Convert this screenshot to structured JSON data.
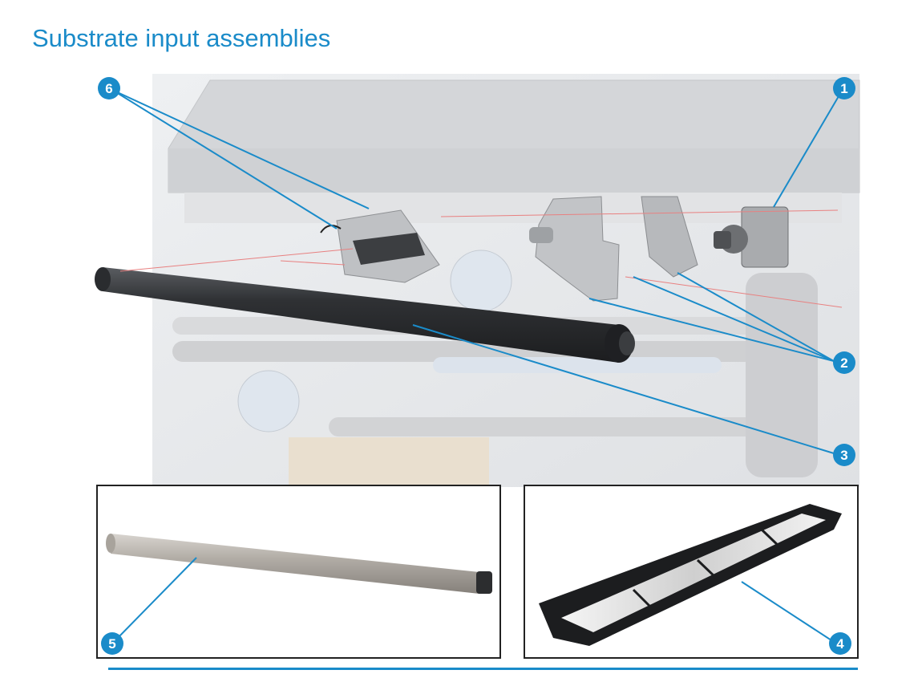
{
  "page": {
    "title": "Substrate input assemblies"
  },
  "callouts": [
    "1",
    "2",
    "3",
    "4",
    "5",
    "6"
  ],
  "colors": {
    "accent": "#1a8bc9",
    "background_gray": "#e6e7e9",
    "dark_part": "#2a2c2f",
    "detail_roller": "#b9b4ad"
  }
}
